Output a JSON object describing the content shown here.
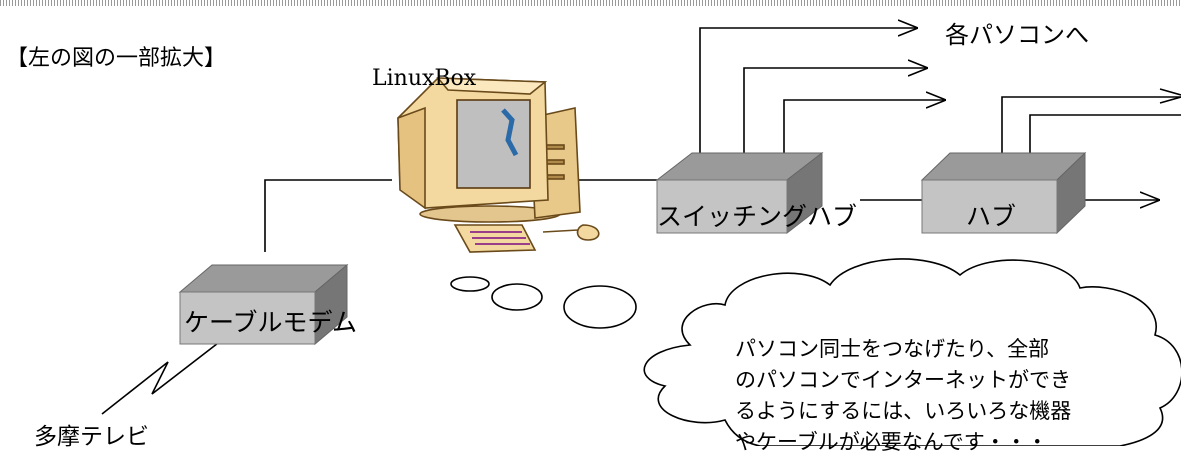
{
  "caption": "【左の図の一部拡大】",
  "linuxbox_label": "LinuxBox",
  "to_pcs_label": "各パソコンへ",
  "switching_hub_label": "スイッチングハブ",
  "hub_label": "ハブ",
  "cable_modem_label": "ケーブルモデム",
  "provider_label": "多摩テレビ",
  "speech": {
    "lines": [
      "パソコン同士をつなげたり、全部",
      "のパソコンでインターネットができ",
      "るようにするには、いろいろな機器",
      "やケーブルが必要なんです・・・"
    ]
  },
  "colors": {
    "box_face": "#c4c4c4",
    "box_top": "#888888",
    "box_side": "#707070",
    "computer_beige": "#f3d9a0",
    "computer_outline": "#6a4a1a"
  }
}
